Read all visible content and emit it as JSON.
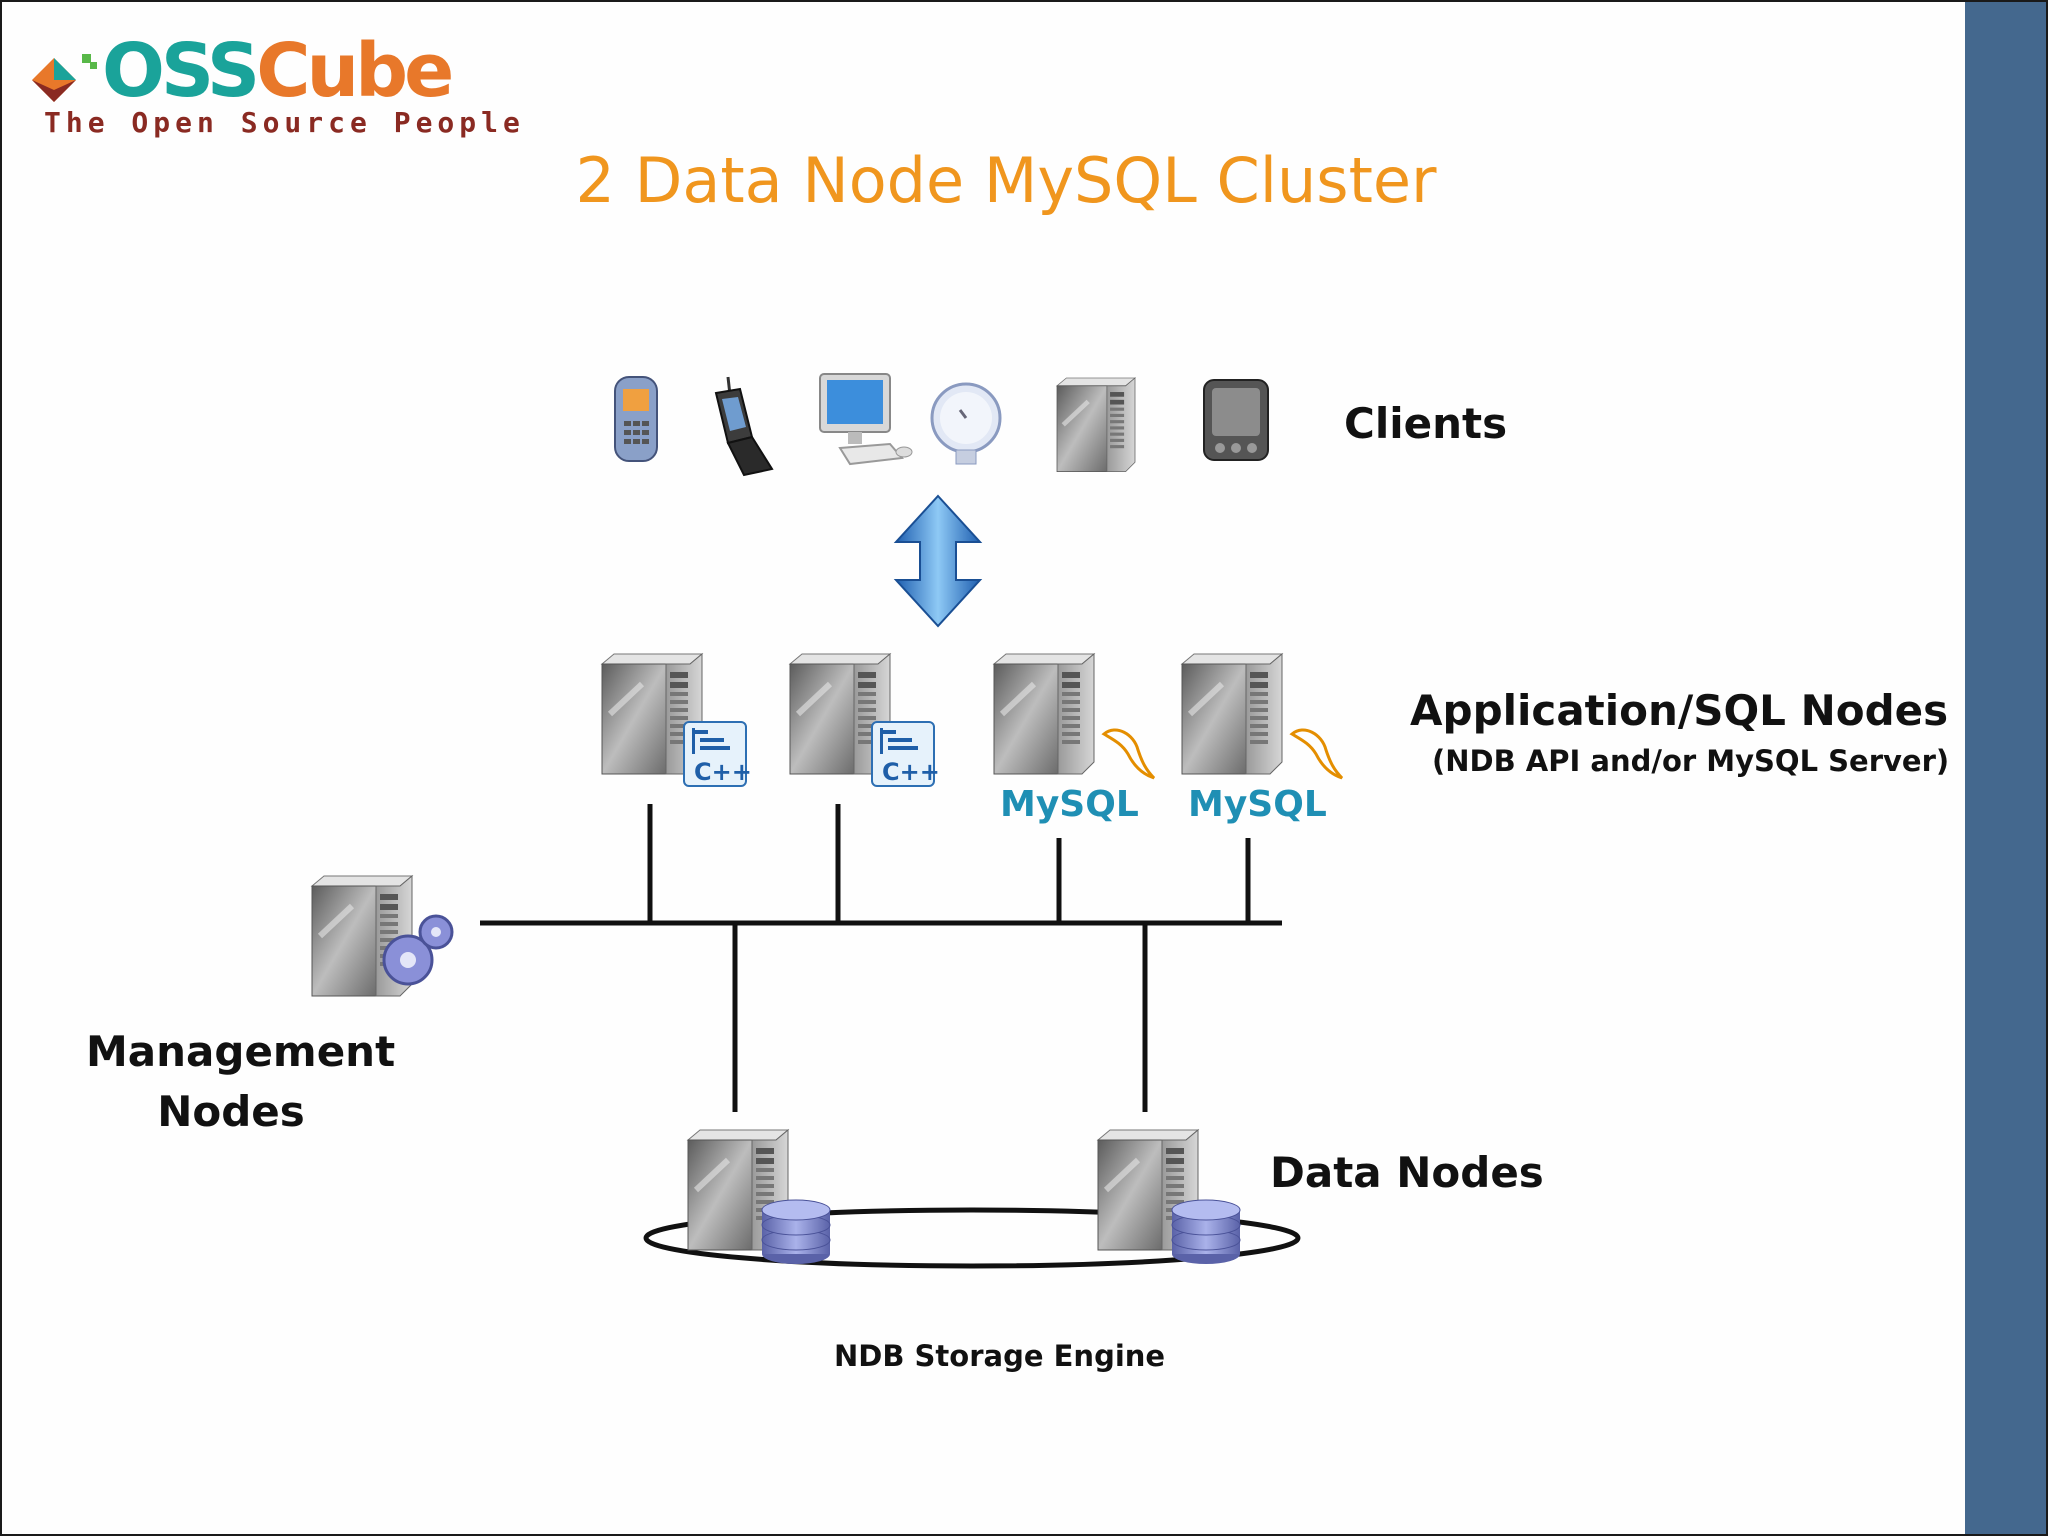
{
  "logo": {
    "brand_prefix": "OSS",
    "brand_suffix": "Cube",
    "tagline": "The Open Source People"
  },
  "title": "2 Data Node MySQL Cluster",
  "labels": {
    "clients": "Clients",
    "app_nodes": "Application/SQL Nodes",
    "app_nodes_sub": "(NDB API and/or MySQL Server)",
    "management": "Management Nodes",
    "data_nodes": "Data Nodes",
    "storage_engine": "NDB Storage Engine"
  },
  "app_node_badges": [
    "C++",
    "C++",
    "MySQL",
    "MySQL"
  ],
  "client_icons": [
    "mobile-phone-icon",
    "flip-phone-icon",
    "desktop-computer-icon",
    "satellite-dish-icon",
    "server-tower-icon",
    "pda-icon"
  ],
  "colors": {
    "accent": "#f0961e",
    "side_bar": "#44688e",
    "arrow": "#3a86d8",
    "mysql_text": "#1f8fb4",
    "mysql_dolphin": "#e48e00",
    "database": "#7a84c8"
  }
}
